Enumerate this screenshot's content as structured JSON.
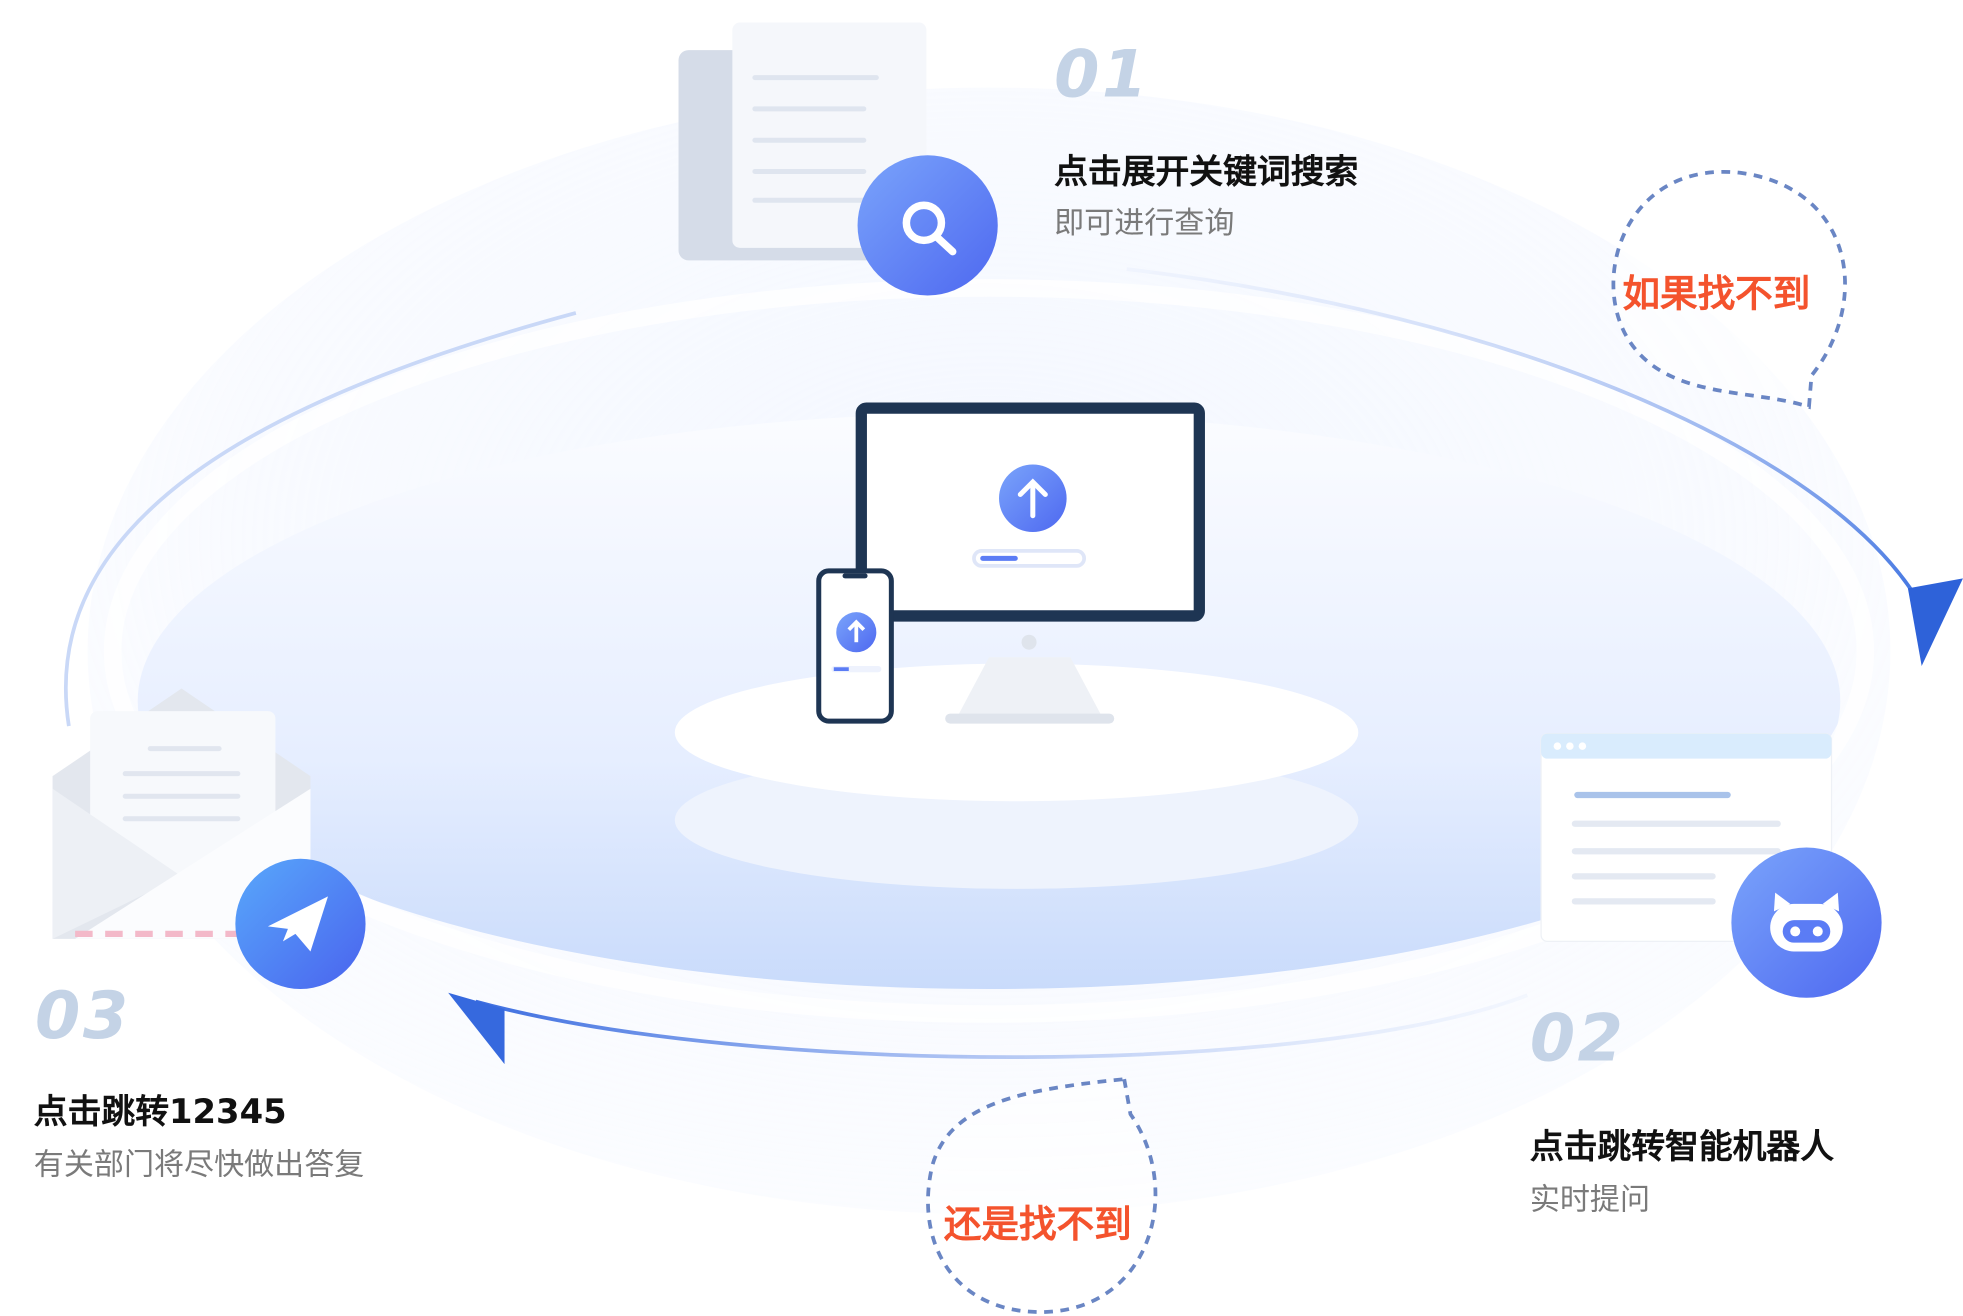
{
  "steps": [
    {
      "number": "01",
      "title": "点击展开关键词搜索",
      "subtitle": "即可进行查询",
      "icon": "search-icon"
    },
    {
      "number": "02",
      "title": "点击跳转智能机器人",
      "subtitle": "实时提问",
      "icon": "robot-icon"
    },
    {
      "number": "03",
      "title": "点击跳转12345",
      "subtitle": "有关部门将尽快做出答复",
      "icon": "paper-plane-icon"
    }
  ],
  "bubbles": {
    "first": "如果找不到",
    "second": "还是找不到"
  },
  "colors": {
    "accent": "#5b7cf5",
    "bubble_text": "#f4532d",
    "number": "#c4d3e6",
    "monitor": "#1e3553"
  }
}
